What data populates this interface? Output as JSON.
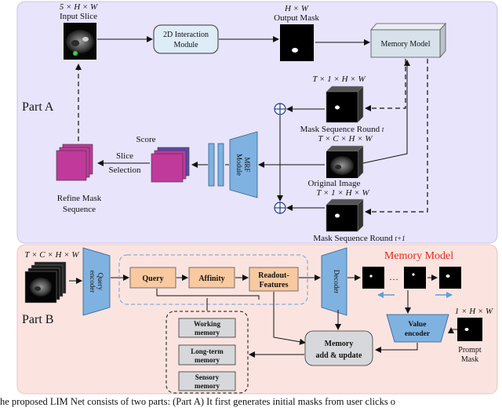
{
  "part_a": {
    "label": "Part  A",
    "input_slice": {
      "dims": "5 × H × W",
      "label": "Input Slice"
    },
    "interaction_module": {
      "line1": "2D Interaction",
      "line2": "Module"
    },
    "output_mask": {
      "dims": "H × W",
      "label": "Output Mask"
    },
    "memory_model_box": "Memory Model",
    "mask_seq_t": {
      "dims": "T × 1 × H × W",
      "label": "Mask Sequence Round ",
      "round": "t"
    },
    "original_image": {
      "dims": "T × C × H × W",
      "label": "Original Image"
    },
    "mask_seq_t1": {
      "dims": "T × 1 × H × W",
      "label": "Mask Sequence Round ",
      "round": "t+1"
    },
    "mrf_module": {
      "line1": "MRF",
      "line2": "Module"
    },
    "score": "Score",
    "slice_selection": {
      "line1": "Slice",
      "line2": "Selection"
    },
    "refine_mask": {
      "line1": "Refine Mask",
      "line2": "Sequence"
    }
  },
  "part_b": {
    "label": "Part  B",
    "title": "Memory Model",
    "input_dims": "T × C × H × W",
    "query_encoder": {
      "line1": "Query",
      "line2": "encoder"
    },
    "query": "Query",
    "affinity": "Affinity",
    "readout": {
      "line1": "Readout-",
      "line2": "Features"
    },
    "decoder": "Decoder",
    "ellipsis": "…",
    "memories": [
      {
        "line1": "Working",
        "line2": "memory"
      },
      {
        "line1": "Long-term",
        "line2": "memory"
      },
      {
        "line1": "Sensory",
        "line2": "memory"
      }
    ],
    "memory_update": {
      "line1": "Memory",
      "line2": "add & update"
    },
    "value_encoder": {
      "line1": "Value",
      "line2": "encoder"
    },
    "prompt_dims": "1 × H × W",
    "prompt_mask": {
      "line1": "Prompt",
      "line2": "Mask"
    }
  },
  "caption": "he proposed LIM Net consists of two parts: (Part A) It first generates initial masks from user clicks o",
  "colors": {
    "part_a_bg": "#e8e4fb",
    "part_b_bg": "#fbe4e0",
    "blue_module": "#7fb2e0",
    "orange_box": "#f9c9a0",
    "magenta": "#c0379b",
    "memory_title": "#e0291c",
    "grey_block": "#d7d8db"
  }
}
